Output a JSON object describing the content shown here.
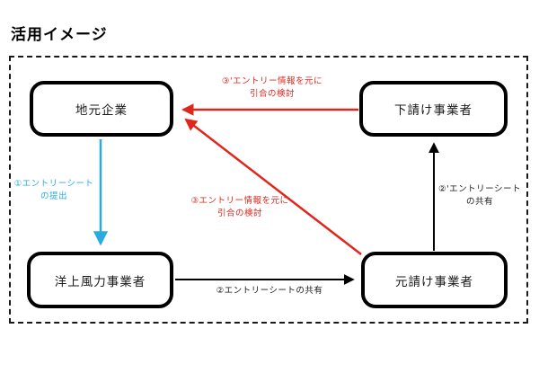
{
  "title": "活用イメージ",
  "colors": {
    "arrow_red": "#e0261c",
    "arrow_blue": "#29abe2",
    "arrow_black": "#000000",
    "border_dashed": "#1a1a1a"
  },
  "nodes": {
    "local_company": {
      "label": "地元企業"
    },
    "subcontractor": {
      "label": "下請け事業者"
    },
    "offshore_wind_operator": {
      "label": "洋上風力事業者"
    },
    "prime_contractor": {
      "label": "元請け事業者"
    }
  },
  "arrows": {
    "entry_sheet_submission": {
      "label": "①エントリーシート\nの提出",
      "from": "local_company",
      "to": "offshore_wind_operator",
      "color": "#29abe2"
    },
    "entry_sheet_sharing": {
      "label": "②エントリーシートの共有",
      "from": "offshore_wind_operator",
      "to": "prime_contractor",
      "color": "#000000"
    },
    "entry_sheet_sharing_2": {
      "label": "②'エントリーシート\nの共有",
      "from": "prime_contractor",
      "to": "subcontractor",
      "color": "#000000"
    },
    "inquiry_consideration": {
      "label": "③エントリー情報を元に\n引合の検討",
      "from": "prime_contractor",
      "to": "local_company",
      "color": "#e0261c"
    },
    "inquiry_consideration_2": {
      "label": "③'エントリー情報を元に\n引合の検討",
      "from": "subcontractor",
      "to": "local_company",
      "color": "#e0261c"
    }
  }
}
